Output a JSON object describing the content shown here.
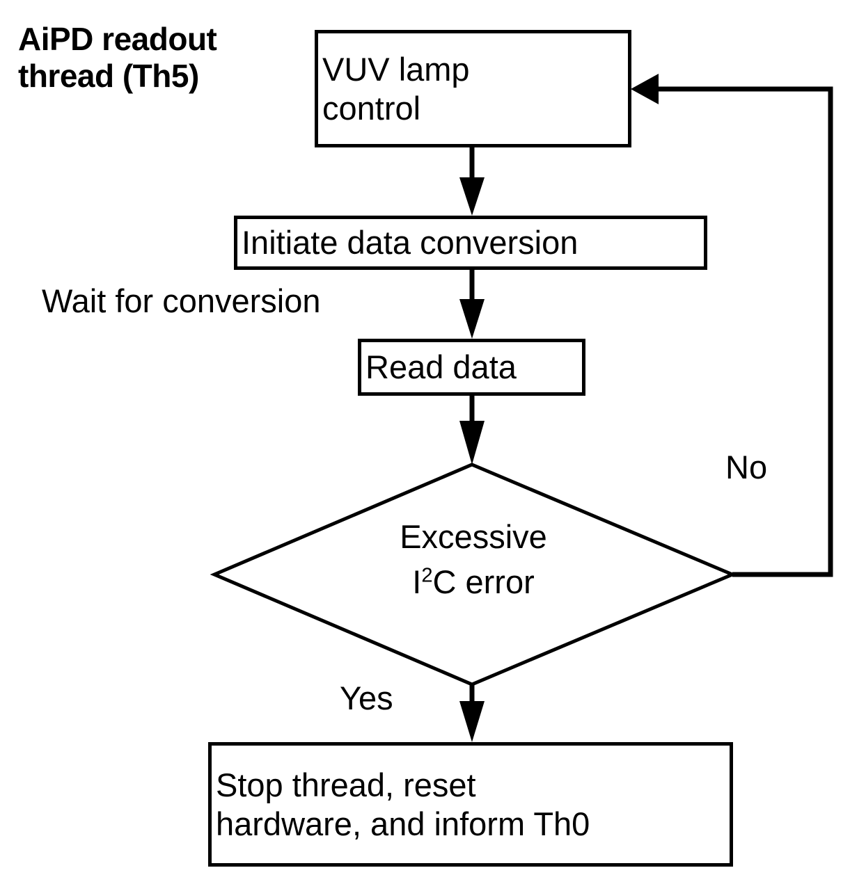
{
  "diagram": {
    "title": "AiPD readout\nthread (Th5)",
    "type": "flowchart",
    "background_color": "#ffffff",
    "line_color": "#000000",
    "nodes": [
      {
        "id": "vuv-lamp-control",
        "shape": "process",
        "label": "VUV lamp\ncontrol"
      },
      {
        "id": "initiate-data-conversion",
        "shape": "process",
        "label": "Initiate data conversion"
      },
      {
        "id": "read-data",
        "shape": "process",
        "label": "Read data"
      },
      {
        "id": "excessive-i2c-error",
        "shape": "decision",
        "label_line1": "Excessive",
        "label_line2_pre": "I",
        "label_line2_sup": "2",
        "label_line2_post": "C error"
      },
      {
        "id": "stop-thread",
        "shape": "process",
        "label": "Stop thread, reset\nhardware, and inform Th0"
      }
    ],
    "edge_labels": {
      "wait_for_conversion": "Wait for conversion",
      "no": "No",
      "yes": "Yes"
    }
  }
}
